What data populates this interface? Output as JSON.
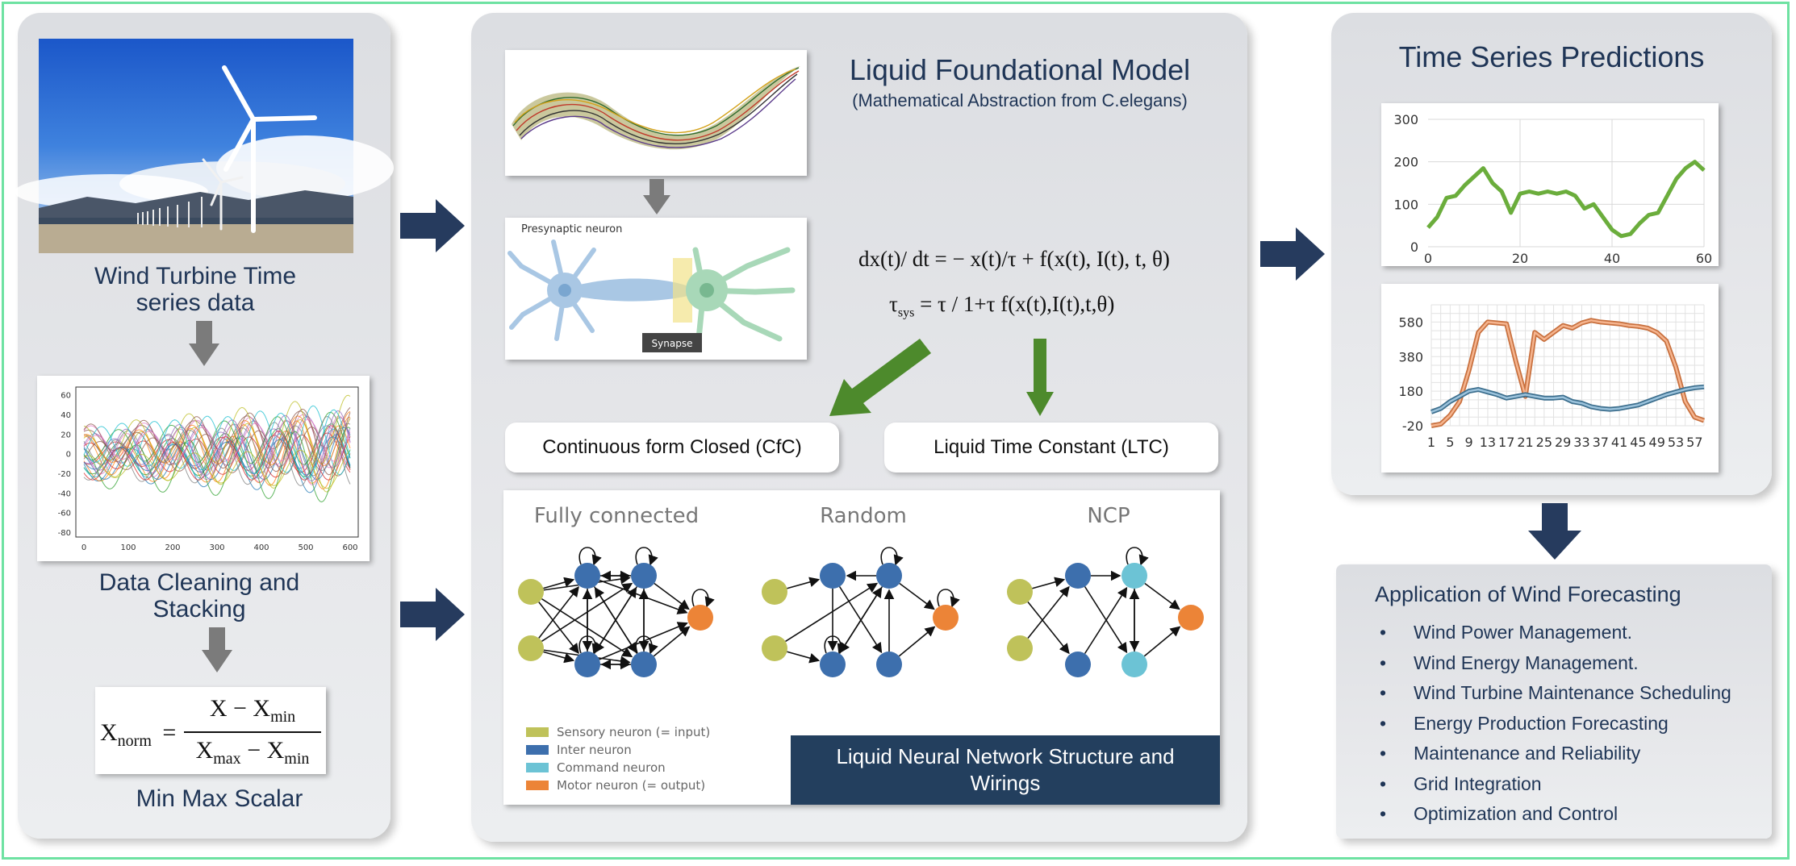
{
  "left": {
    "label1": "Wind Turbine Time series data",
    "label2": "Data Cleaning and Stacking",
    "label3": "Min Max Scalar",
    "stack_plot": {
      "x_ticks": [
        "0",
        "100",
        "200",
        "300",
        "400",
        "500",
        "600"
      ],
      "y_ticks": [
        "60",
        "40",
        "20",
        "0",
        "-20",
        "-40",
        "-60",
        "-80"
      ]
    },
    "formula": {
      "lhs": "X",
      "lhs_sub": "norm",
      "equals": "=",
      "num": "X − X",
      "num_sub": "min",
      "den": "X",
      "den_sub1": "max",
      "den_mid": " − X",
      "den_sub2": "min"
    }
  },
  "middle": {
    "title": "Liquid Foundational Model",
    "subtitle": "(Mathematical Abstraction from C.elegans)",
    "neuron_label": "Presynaptic neuron",
    "synapse_label": "Synapse",
    "eq1": "dx(t)/ dt = − x(t)/τ + f(x(t), I(t), t, θ)",
    "eq2_pre": "τ",
    "eq2_sub": "sys",
    "eq2_post": " = τ / 1+τ f(x(t),I(t),t,θ)",
    "cfc_label": "Continuous form Closed (CfC)",
    "ltc_label": "Liquid Time Constant (LTC)",
    "wirings": {
      "titles": [
        "Fully connected",
        "Random",
        "NCP"
      ],
      "legend": [
        {
          "label": "Sensory neuron (= input)",
          "color": "#bfc25a"
        },
        {
          "label": "Inter neuron",
          "color": "#3d6fad"
        },
        {
          "label": "Command neuron",
          "color": "#6cc3d5"
        },
        {
          "label": "Motor neuron (= output)",
          "color": "#ec8437"
        }
      ],
      "caption": "Liquid Neural Network Structure and Wirings"
    }
  },
  "right": {
    "title": "Time Series Predictions",
    "chart1": {
      "x_ticks": [
        "0",
        "20",
        "40",
        "60"
      ],
      "y_ticks": [
        "300",
        "200",
        "100",
        "0"
      ]
    },
    "chart2": {
      "x_ticks": [
        "1",
        "5",
        "9",
        "13",
        "17",
        "21",
        "25",
        "29",
        "33",
        "37",
        "41",
        "45",
        "49",
        "53",
        "57"
      ],
      "y_ticks": [
        "580",
        "380",
        "180",
        "-20"
      ]
    },
    "apps_title": "Application of Wind Forecasting",
    "apps": [
      "Wind Power Management.",
      "Wind Energy Management.",
      "Wind Turbine Maintenance Scheduling",
      "Energy Production Forecasting",
      "Maintenance and Reliability",
      "Grid Integration",
      "Optimization and Control"
    ]
  },
  "colors": {
    "navy": "#1f3556",
    "arrow_dark": "#263b5e",
    "arrow_gray": "#7b7b7b",
    "arrow_green": "#4d8a2c",
    "line_green": "#6bad3c",
    "line_orange": "#e88a5c",
    "line_blue": "#5a8aa8",
    "caption_bg": "#233f5e"
  },
  "chart_data": [
    {
      "type": "line",
      "title": "",
      "xlim": [
        0,
        60
      ],
      "ylim": [
        0,
        300
      ],
      "grid": true,
      "series": [
        {
          "x": [
            0,
            2,
            4,
            6,
            8,
            10,
            12,
            14,
            16,
            18,
            20,
            22,
            24,
            26,
            28,
            30,
            32,
            34,
            36,
            38,
            40,
            42,
            44,
            46,
            48,
            50,
            52,
            54,
            56,
            58,
            60
          ],
          "values": [
            45,
            70,
            115,
            120,
            145,
            165,
            185,
            150,
            130,
            80,
            125,
            130,
            125,
            130,
            125,
            130,
            120,
            90,
            100,
            70,
            40,
            25,
            30,
            55,
            75,
            80,
            120,
            160,
            185,
            200,
            180
          ]
        }
      ]
    },
    {
      "type": "line",
      "title": "",
      "xlim": [
        1,
        59
      ],
      "ylim": [
        -20,
        680
      ],
      "grid": true,
      "series": [
        {
          "x": [
            1,
            3,
            5,
            7,
            9,
            11,
            13,
            15,
            17,
            19,
            21,
            23,
            25,
            27,
            29,
            31,
            33,
            35,
            37,
            39,
            41,
            43,
            45,
            47,
            49,
            51,
            53,
            55,
            57,
            59
          ],
          "values": [
            -20,
            -10,
            40,
            120,
            300,
            520,
            580,
            575,
            570,
            350,
            150,
            520,
            480,
            520,
            560,
            545,
            575,
            590,
            580,
            575,
            570,
            560,
            555,
            545,
            520,
            470,
            320,
            120,
            30,
            10
          ]
        },
        {
          "x": [
            1,
            3,
            5,
            7,
            9,
            11,
            13,
            15,
            17,
            19,
            21,
            23,
            25,
            27,
            29,
            31,
            33,
            35,
            37,
            39,
            41,
            43,
            45,
            47,
            49,
            51,
            53,
            55,
            57,
            59
          ],
          "values": [
            60,
            80,
            120,
            150,
            180,
            190,
            175,
            160,
            140,
            150,
            160,
            150,
            140,
            140,
            145,
            120,
            110,
            90,
            80,
            75,
            80,
            90,
            100,
            120,
            140,
            160,
            175,
            190,
            200,
            205
          ]
        }
      ]
    }
  ]
}
